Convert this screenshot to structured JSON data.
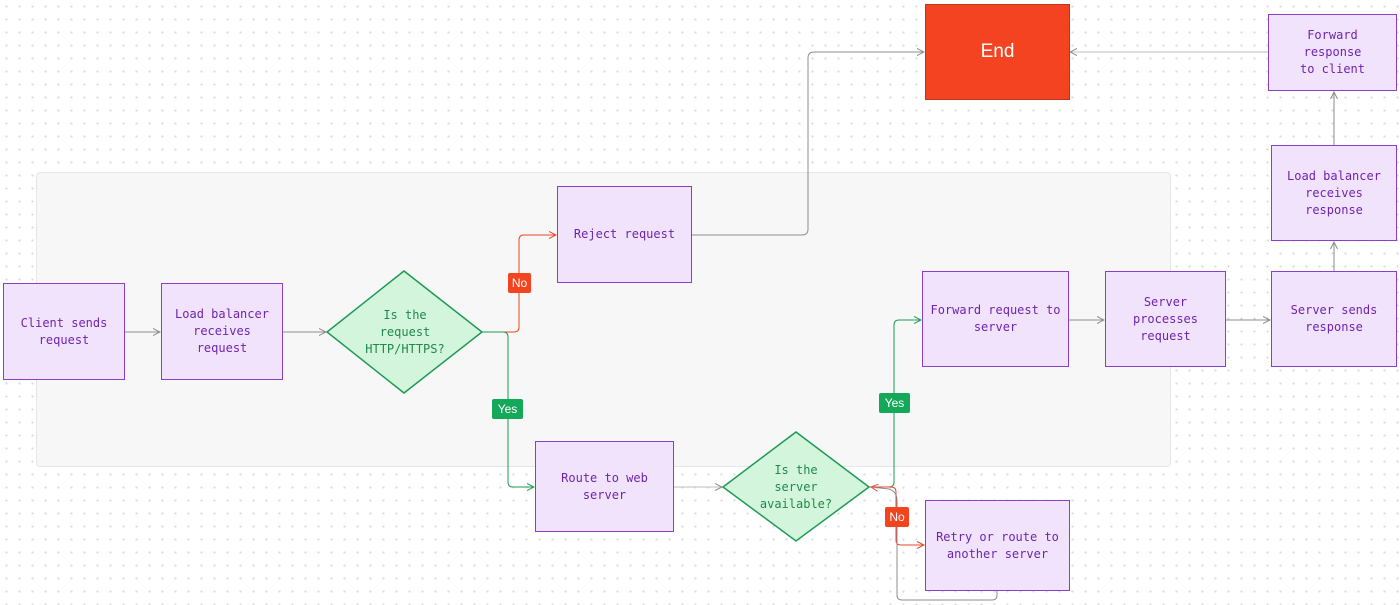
{
  "nodes": {
    "client_sends": "Client sends\nrequest",
    "lb_receives_request": "Load balancer\nreceives\nrequest",
    "is_http": "Is the\nrequest\nHTTP/HTTPS?",
    "reject": "Reject request",
    "end": "End",
    "route_web": "Route to web\nserver",
    "server_available": "Is the\nserver\navailable?",
    "retry": "Retry or route to\nanother server",
    "forward_request": "Forward request to\nserver",
    "server_processes": "Server\nprocesses\nrequest",
    "server_sends": "Server sends\nresponse",
    "lb_receives_response": "Load balancer\nreceives\nresponse",
    "forward_response": "Forward response\nto client"
  },
  "labels": {
    "no1": "No",
    "yes1": "Yes",
    "yes2": "Yes",
    "no2": "No"
  },
  "colors": {
    "node_fill": "#f1e3fb",
    "node_border": "#8a3fc8",
    "decision_fill": "#d3f5dc",
    "decision_border": "#1f9a55",
    "end_fill": "#f44321",
    "yes_green": "#14a85a",
    "no_red": "#f2441f",
    "connector_gray": "#8c8c8c"
  }
}
